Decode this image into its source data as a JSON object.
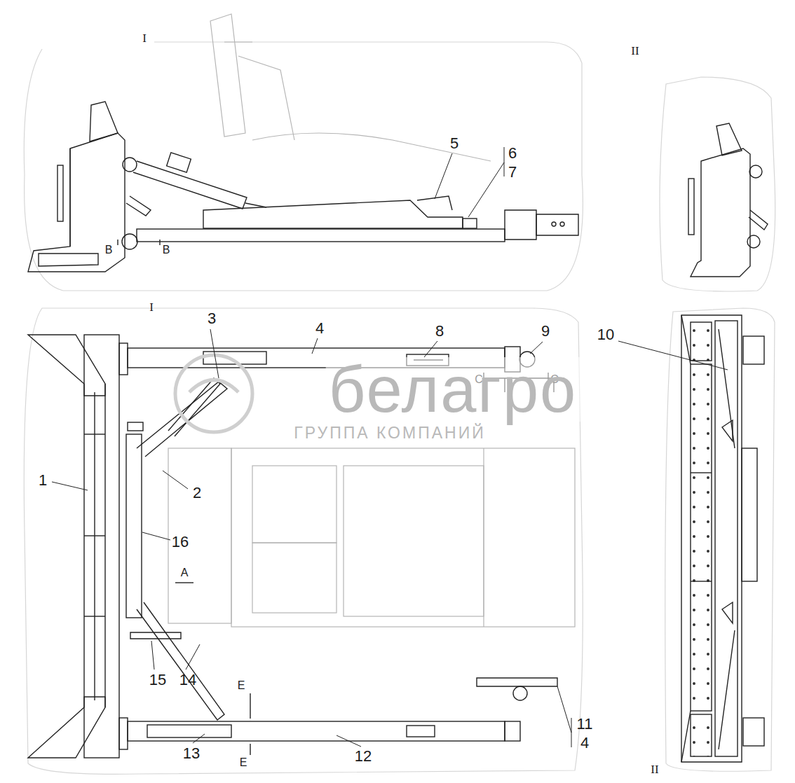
{
  "diagram": {
    "labels": [
      "I",
      "II",
      "5",
      "6",
      "7",
      "B",
      "B",
      "I",
      "3",
      "4",
      "10",
      "8",
      "9",
      "C",
      "C",
      "белагро",
      "ГРУППА КОМПАНИЙ",
      "1",
      "2",
      "16",
      "A",
      "15",
      "14",
      "E",
      "11",
      "13",
      "12",
      "4",
      "E",
      "II"
    ]
  }
}
